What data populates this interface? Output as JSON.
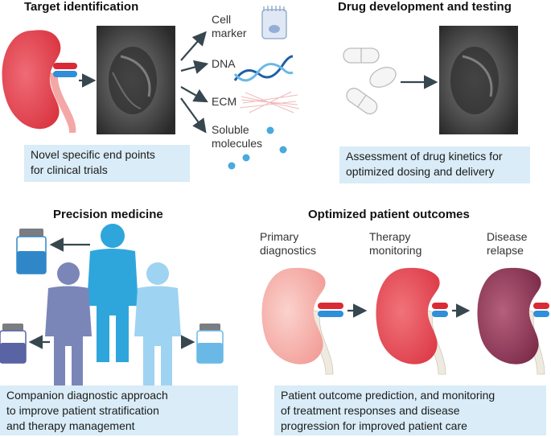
{
  "panels": {
    "target": {
      "title": "Target identification",
      "labels": {
        "cell_marker": "Cell\nmarker",
        "dna": "DNA",
        "ecm": "ECM",
        "soluble": "Soluble\nmolecules"
      },
      "box": "Novel specific end points\nfor clinical trials"
    },
    "drug": {
      "title": "Drug development and testing",
      "box": "Assessment of drug kinetics for\noptimized dosing and delivery"
    },
    "precision": {
      "title": "Precision medicine",
      "box": "Companion diagnostic approach\nto improve patient stratification\nand therapy management"
    },
    "outcomes": {
      "title": "Optimized patient outcomes",
      "stages": {
        "primary": "Primary\ndiagnostics",
        "therapy": "Therapy\nmonitoring",
        "relapse": "Disease\nrelapse"
      },
      "box": "Patient outcome prediction, and monitoring\nof treatment responses and disease\nprogression for improved patient care"
    }
  },
  "colors": {
    "box_fill": "#d9ecf7",
    "arrow": "#37474f",
    "kidney_light": "#f7b3ad",
    "kidney_mid": "#e8535f",
    "kidney_dark": "#8a3653",
    "figure_dark": "#7b86b8",
    "figure_mid": "#2ea6dc",
    "figure_light": "#9fd3f2"
  }
}
